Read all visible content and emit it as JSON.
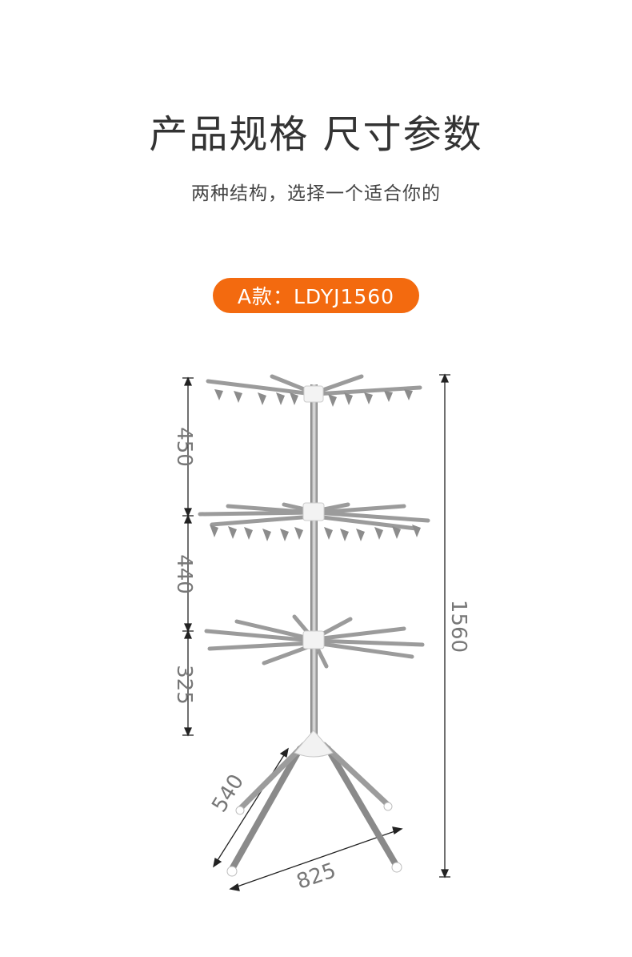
{
  "header": {
    "title": "产品规格 尺寸参数",
    "subtitle": "两种结构，选择一个适合你的"
  },
  "model": {
    "label": "A款：LDYJ1560",
    "accent_color": "#F36A0F"
  },
  "dimensions": {
    "tier1": "450",
    "tier2": "440",
    "tier3": "325",
    "total_height": "1560",
    "leg_length": "540",
    "base_width": "825"
  },
  "icons": {
    "product": "drying-rack-illustration"
  }
}
